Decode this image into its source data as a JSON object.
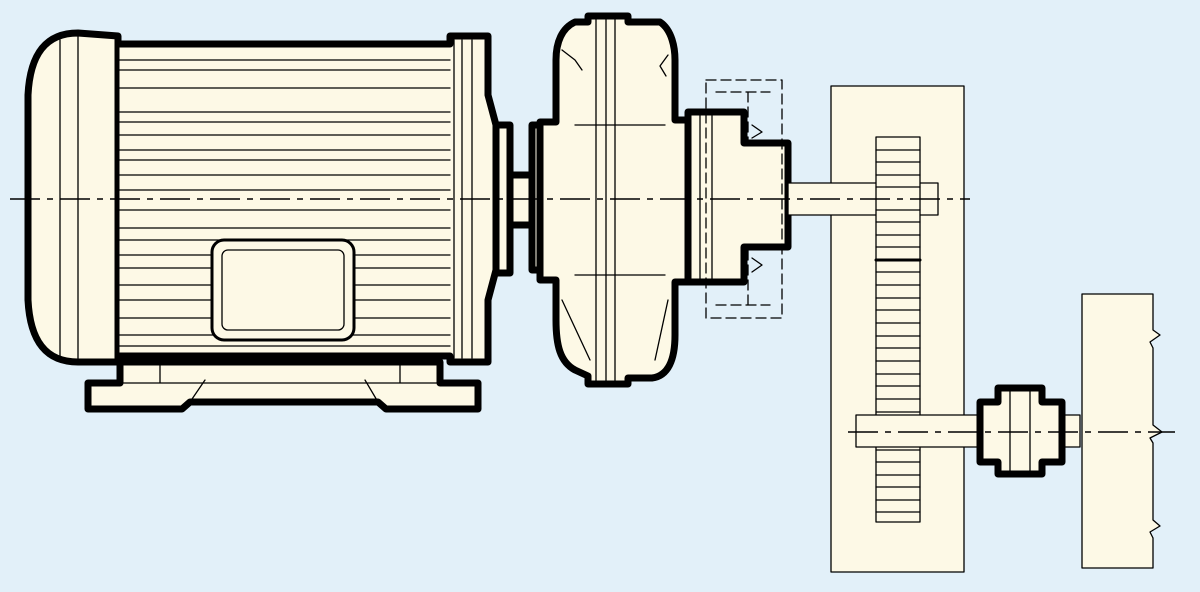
{
  "diagram": {
    "background_color": "#e2f0f9",
    "fill_color": "#fdf9e6",
    "line_color": "#000000",
    "components": [
      {
        "id": "motor",
        "kind": "electric-motor"
      },
      {
        "id": "fluid-coupling",
        "kind": "coupling-housing"
      },
      {
        "id": "flexible-coupling",
        "kind": "shaft-coupling"
      },
      {
        "id": "gear-reducer",
        "kind": "gear-housing"
      },
      {
        "id": "large-gear",
        "kind": "spur-gear"
      },
      {
        "id": "output-coupling",
        "kind": "shaft-coupling"
      },
      {
        "id": "driven-machine",
        "kind": "machine-wall"
      }
    ]
  }
}
